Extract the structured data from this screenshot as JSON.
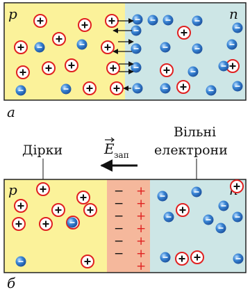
{
  "colors": {
    "p_region": "#fbf29a",
    "n_region": "#cde6e6",
    "depletion": "#f5b89c",
    "hole_ring": "#e02020",
    "electron": "#2a6cc4",
    "arrow": "#111111"
  },
  "panel_a": {
    "p_label": "p",
    "n_label": "n",
    "caption": "а",
    "hole_glyph": "+",
    "electron_glyph": "−"
  },
  "panel_b": {
    "p_label": "p",
    "n_label": "n",
    "caption": "б",
    "holes_label": "Дірки",
    "electrons_label_line1": "Вільні",
    "electrons_label_line2": "електрони",
    "field_symbol": "E",
    "field_subscript": "зап",
    "depletion_minus": "−",
    "depletion_plus": "+"
  }
}
